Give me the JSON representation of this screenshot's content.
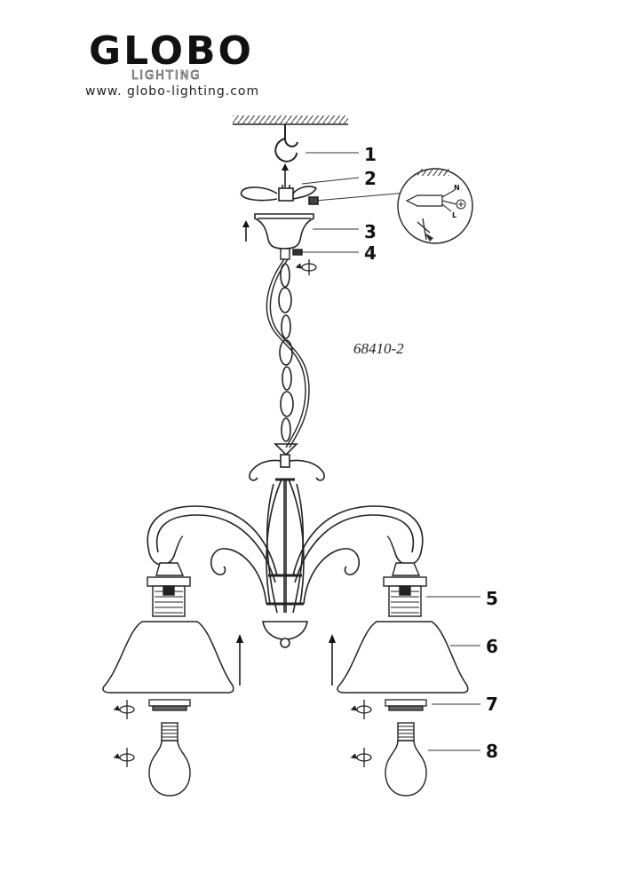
{
  "brand": {
    "name": "GLOBO",
    "sub": "LIGHTING",
    "url": "www. globo-lighting.com"
  },
  "model": "68410-2",
  "callouts": [
    "1",
    "2",
    "3",
    "4",
    "5",
    "6",
    "7",
    "8"
  ],
  "wiring_inset": {
    "label_n": "N",
    "label_l": "L"
  }
}
